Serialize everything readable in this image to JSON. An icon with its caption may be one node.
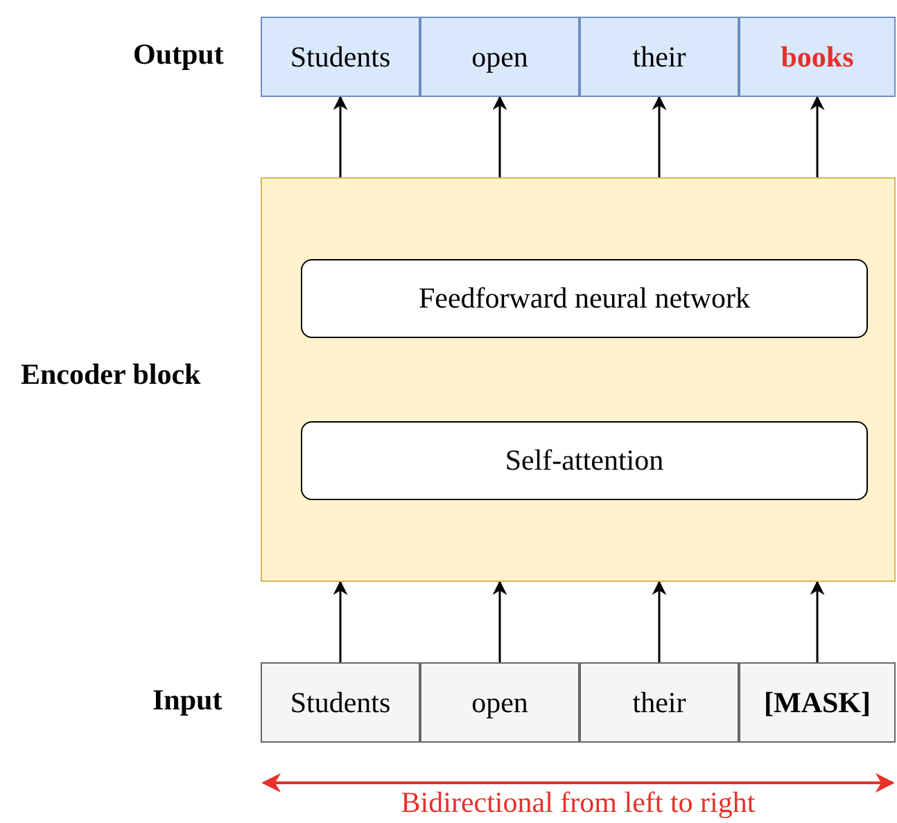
{
  "diagram": {
    "nodes": [
      {
        "text": [
          "Students"
        ]
      },
      {
        "text": [
          "open"
        ]
      },
      {
        "text": [
          "their"
        ]
      },
      {
        "text": [
          "books"
        ]
      },
      {
        "text": [
          "Encoder block"
        ]
      },
      {
        "text": [
          "Feedforward neural network"
        ],
        "in": 4
      },
      {
        "text": [
          "Self-attention"
        ],
        "in": 4
      },
      {
        "text": [
          "Students"
        ]
      },
      {
        "text": [
          "open"
        ]
      },
      {
        "text": [
          "their"
        ]
      },
      {
        "text": [
          "[MASK]"
        ]
      }
    ],
    "edges": [
      {
        "from": 7,
        "to": 4,
        "arrow": "to"
      },
      {
        "from": 8,
        "to": 4,
        "arrow": "to"
      },
      {
        "from": 9,
        "to": 4,
        "arrow": "to"
      },
      {
        "from": 10,
        "to": 4,
        "arrow": "to"
      },
      {
        "from": 4,
        "to": 0,
        "arrow": "to"
      },
      {
        "from": 4,
        "to": 1,
        "arrow": "to"
      },
      {
        "from": 4,
        "to": 2,
        "arrow": "to"
      },
      {
        "from": 4,
        "to": 3,
        "arrow": "to"
      }
    ],
    "labels": [
      "Output",
      "Input",
      "Bidirectional from left to right"
    ]
  }
}
